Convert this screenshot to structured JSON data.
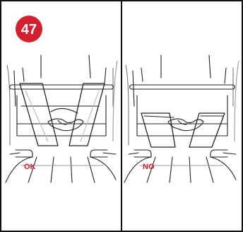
{
  "step": {
    "number": "47",
    "color": "#d3202f"
  },
  "panels": [
    {
      "label": "OK",
      "label_color": "#d3202f",
      "state": "correct"
    },
    {
      "label": "NO",
      "label_color": "#d3202f",
      "state": "incorrect"
    }
  ],
  "colors": {
    "line": "#222222",
    "light_line": "#9a9a9a",
    "frame": "#111111"
  }
}
